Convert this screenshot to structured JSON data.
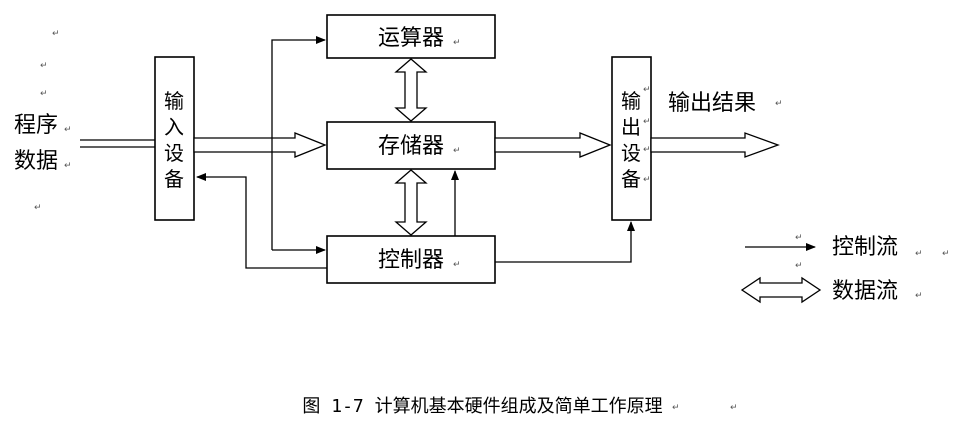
{
  "nodes": {
    "input_label_1": "程序",
    "input_label_2": "数据",
    "input_device": "输入设备",
    "alu": "运算器",
    "memory": "存储器",
    "controller": "控制器",
    "output_device": "输出设备",
    "output_result": "输出结果"
  },
  "legend": {
    "control_flow": "控制流",
    "data_flow": "数据流"
  },
  "caption": "图 1-7  计算机基本硬件组成及简单工作原理",
  "return_mark": "↵"
}
